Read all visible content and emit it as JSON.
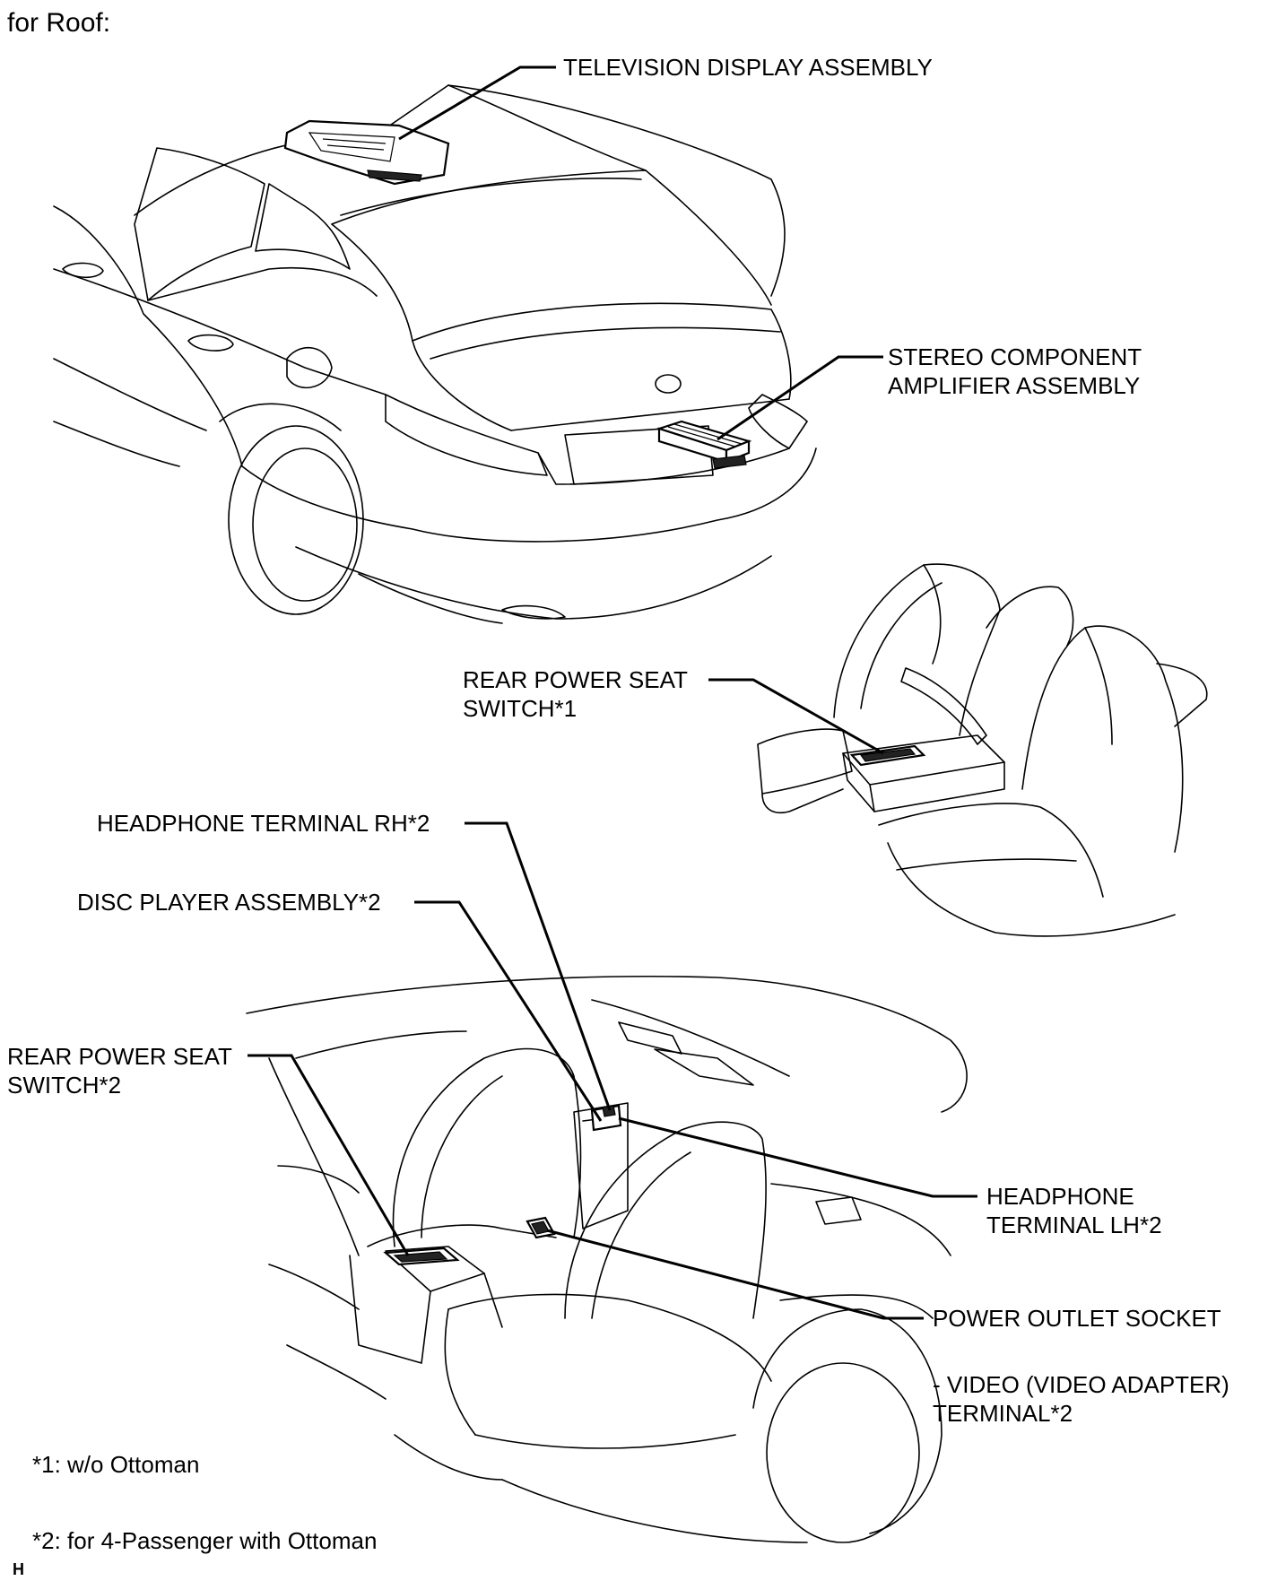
{
  "header": {
    "title": "for Roof:"
  },
  "labels": {
    "tv_display": "TELEVISION DISPLAY ASSEMBLY",
    "stereo_l1": "STEREO COMPONENT",
    "stereo_l2": "AMPLIFIER ASSEMBLY",
    "rps1_l1": "REAR POWER SEAT",
    "rps1_l2": "SWITCH*1",
    "hp_rh": "HEADPHONE TERMINAL RH*2",
    "disc_player": "DISC PLAYER ASSEMBLY*2",
    "rps2_l1": "REAR POWER SEAT",
    "rps2_l2": "SWITCH*2",
    "hp_lh_l1": "HEADPHONE",
    "hp_lh_l2": "TERMINAL LH*2",
    "power_outlet": "POWER OUTLET SOCKET",
    "video_l1": "- VIDEO (VIDEO ADAPTER)",
    "video_l2": "TERMINAL*2"
  },
  "notes": {
    "note1": "*1: w/o Ottoman",
    "note2": "*2: for 4-Passenger with Ottoman"
  },
  "footer": {
    "code": "H"
  }
}
